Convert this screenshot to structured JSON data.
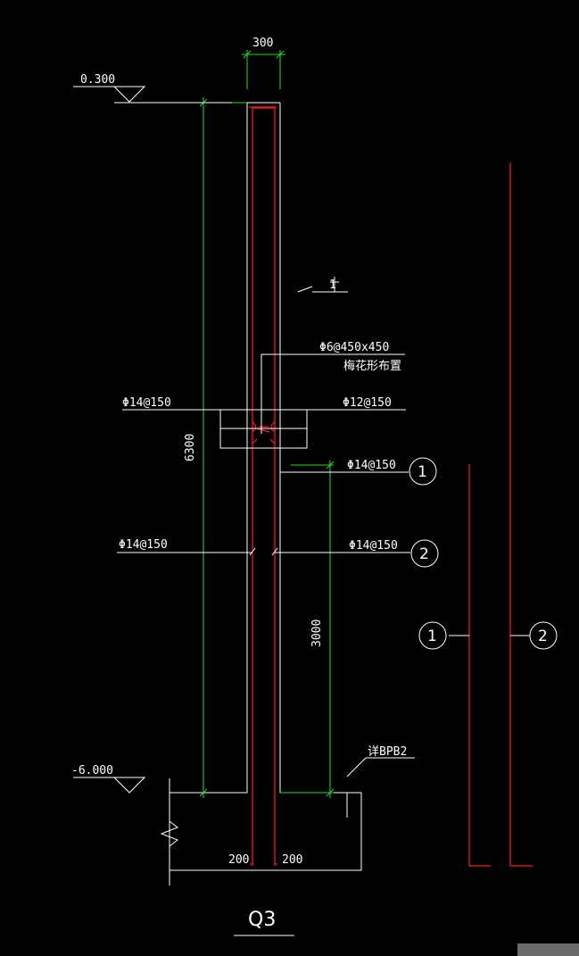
{
  "drawing": {
    "wall_name": "Q3",
    "dims": {
      "thickness": "300",
      "height": "6300",
      "lap_length": "3000",
      "cover_left": "200",
      "cover_right": "200"
    },
    "levels": {
      "top": "0.300",
      "bottom": "-6.000"
    },
    "section_mark": "1",
    "rebar": {
      "tie": "Φ6@450x450",
      "tie_note": "梅花形布置",
      "left_upper": "Φ14@150",
      "right_upper": "Φ12@150",
      "bar1": "Φ14@150",
      "left_lower": "Φ14@150",
      "bar2": "Φ14@150"
    },
    "bar_tags": {
      "bar1": "1",
      "bar2": "2"
    },
    "foundation_ref": "详BPB2"
  },
  "colors": {
    "background": "#000000",
    "outline": "#ffffff",
    "rebar": "#ff1a1a",
    "dimension": "#22dd22"
  }
}
